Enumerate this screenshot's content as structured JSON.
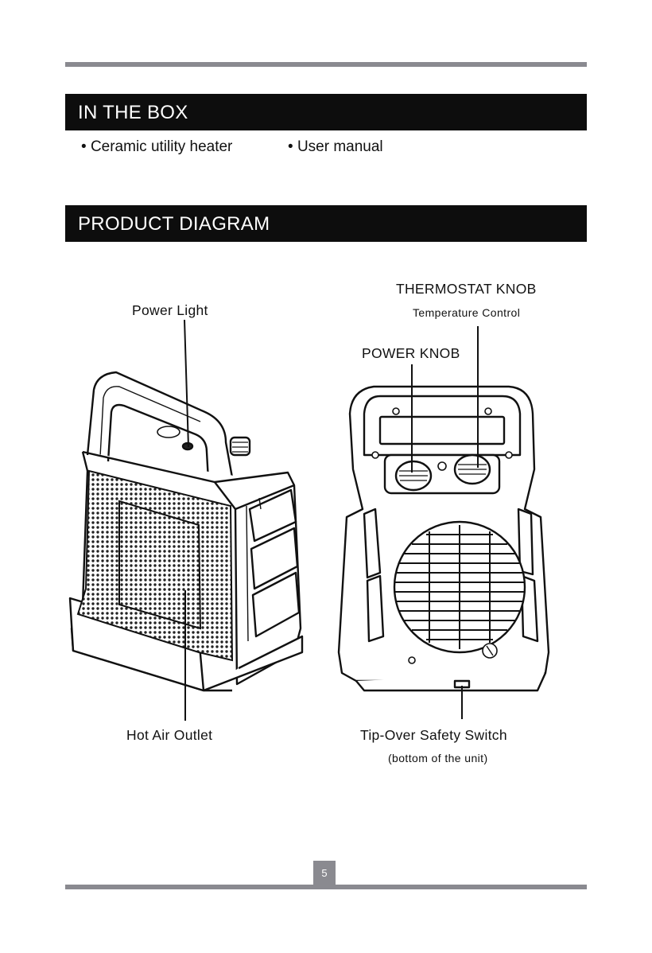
{
  "in_the_box": {
    "title": "IN THE BOX",
    "items": [
      "Ceramic utility heater",
      "User manual"
    ]
  },
  "product_diagram": {
    "title": "PRODUCT DIAGRAM",
    "labels": {
      "power_light": "Power Light",
      "hot_air_outlet": "Hot Air Outlet",
      "thermostat_knob": "THERMOSTAT KNOB",
      "thermostat_sub": "Temperature Control",
      "power_knob": "POWER KNOB",
      "tip_over": "Tip-Over Safety Switch",
      "tip_over_sub": "(bottom of the unit)"
    }
  },
  "page_number": "5"
}
